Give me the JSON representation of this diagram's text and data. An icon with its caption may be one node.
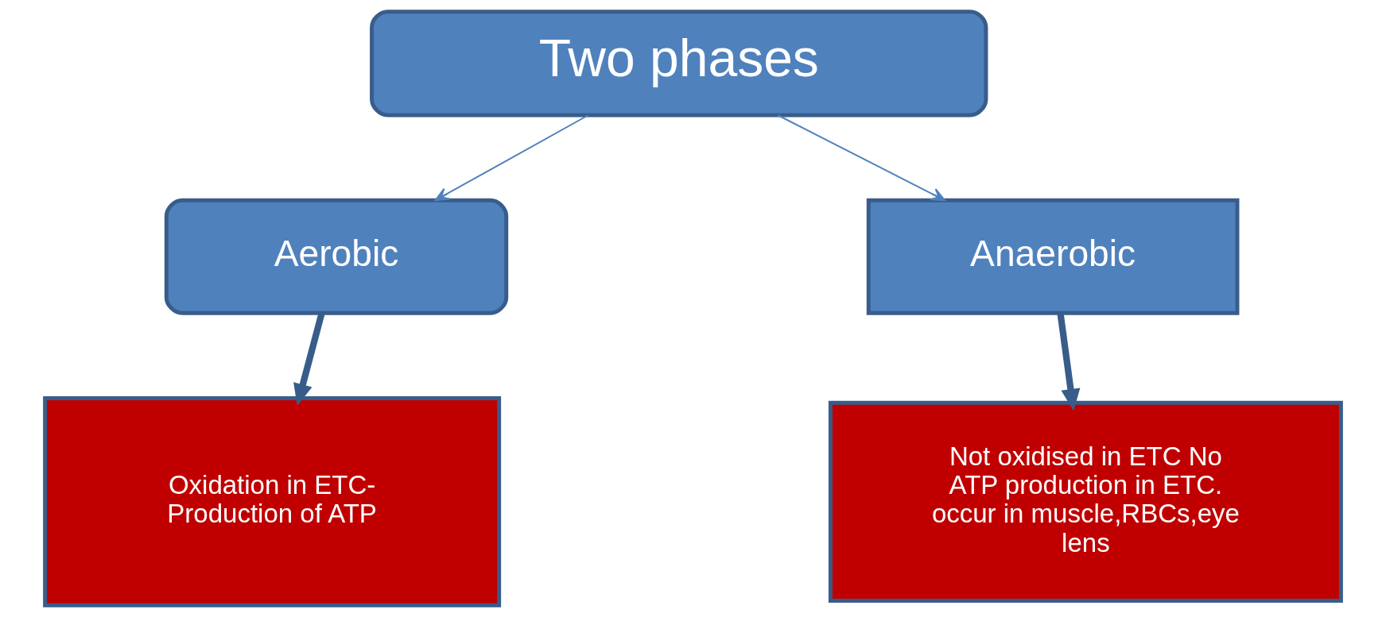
{
  "diagram": {
    "nodes": [
      {
        "text": [
          "Two phases"
        ]
      },
      {
        "text": [
          "Aerobic"
        ]
      },
      {
        "text": [
          "Anaerobic"
        ]
      },
      {
        "text": [
          "Oxidation in ETC- Production of ATP"
        ]
      },
      {
        "text": [
          "Not oxidised in ETC No ATP production in ETC. occur in muscle,RBCs,eye lens"
        ]
      }
    ],
    "edges": [
      {
        "from": 0,
        "to": 1,
        "arrow": "to"
      },
      {
        "from": 0,
        "to": 2,
        "arrow": "to"
      },
      {
        "from": 1,
        "to": 3,
        "arrow": "to",
        "style": "thick",
        "color": "#385d8a"
      },
      {
        "from": 2,
        "to": 4,
        "arrow": "to",
        "style": "thick",
        "color": "#385d8a"
      }
    ]
  }
}
